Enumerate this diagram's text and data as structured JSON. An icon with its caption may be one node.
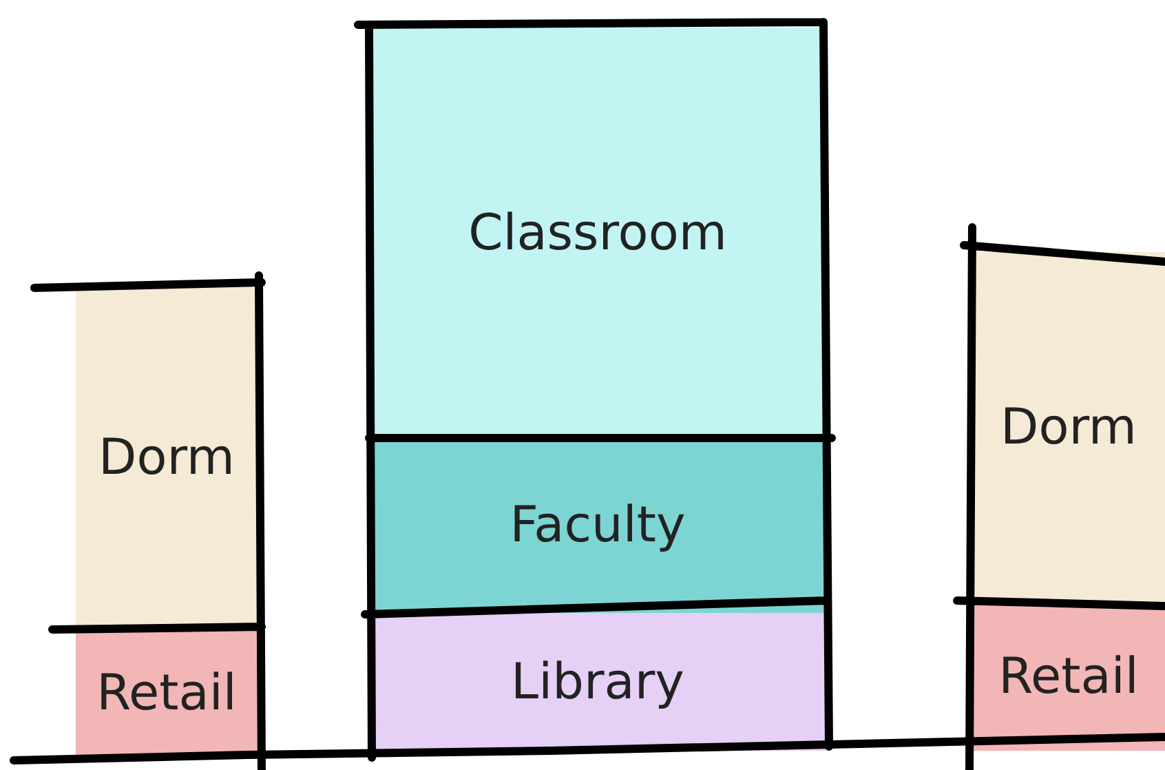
{
  "diagram": {
    "nodes": [
      {
        "text": [
          "Dorm"
        ]
      },
      {
        "text": [
          "Retail"
        ]
      },
      {
        "text": [
          "Classroom"
        ]
      },
      {
        "text": [
          "Faculty"
        ]
      },
      {
        "text": [
          "Library"
        ]
      },
      {
        "text": [
          "Dorm"
        ]
      },
      {
        "text": [
          "Retail"
        ]
      }
    ]
  }
}
